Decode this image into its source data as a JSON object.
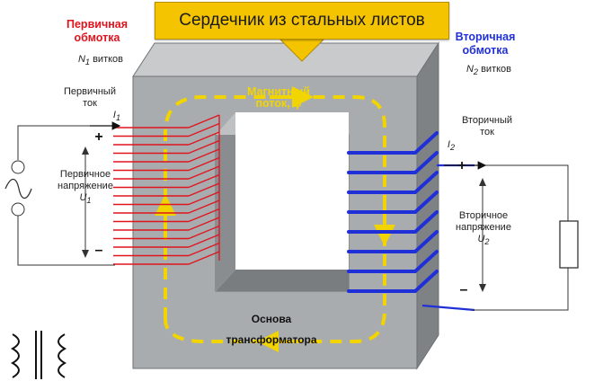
{
  "banner": "Сердечник из стальных листов",
  "primary": {
    "title_line1": "Первичная",
    "title_line2": "обмотка",
    "turns_symbol": "N",
    "turns_sub": "1",
    "turns_word": "витков",
    "current_line1": "Первичный",
    "current_line2": "ток",
    "current_symbol": "I",
    "current_sub": "1",
    "plus": "+",
    "voltage_line1": "Первичное",
    "voltage_line2": "напряжение",
    "voltage_symbol": "U",
    "voltage_sub": "1",
    "minus": "–"
  },
  "secondary": {
    "title_line1": "Вторичная",
    "title_line2": "обмотка",
    "turns_symbol": "N",
    "turns_sub": "2",
    "turns_word": "витков",
    "current_line1": "Вторичный",
    "current_line2": "ток",
    "current_symbol": "I",
    "current_sub": "2",
    "plus": "+",
    "voltage_line1": "Вторичное",
    "voltage_line2": "напряжение",
    "voltage_symbol": "U",
    "voltage_sub": "2",
    "minus": "–"
  },
  "flux_line1": "Магнитный",
  "flux_line2": "поток, ϕ",
  "base_line1": "Основа",
  "base_line2": "трансформатора",
  "colors": {
    "banner": "#f5c400",
    "primary": "#e0141e",
    "secondary": "#2030d8",
    "flux": "#f2d400",
    "core_front": "#a9acae",
    "core_top": "#c8cacb",
    "core_side": "#7f8284"
  },
  "icons": {
    "ac_source": "ac-source-icon",
    "load": "load-resistor-icon",
    "transformer_symbol": "transformer-symbol-icon"
  }
}
